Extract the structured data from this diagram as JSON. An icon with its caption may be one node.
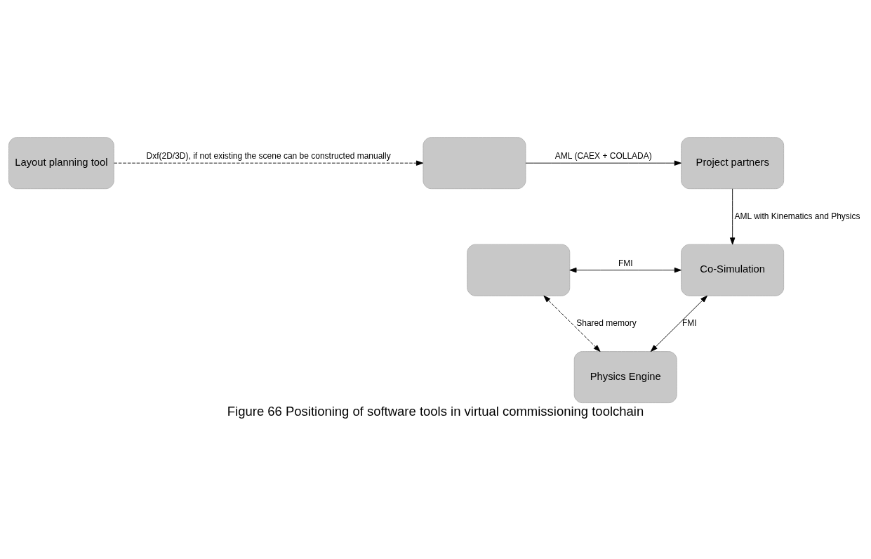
{
  "diagram": {
    "caption": "Figure 66 Positioning of software tools in virtual commissioning toolchain",
    "nodes": [
      {
        "text": [
          "Layout planning tool"
        ]
      },
      {
        "text": [],
        "shape": "box"
      },
      {
        "text": [
          "Project partners"
        ]
      },
      {
        "text": [],
        "shape": "box"
      },
      {
        "text": [
          "Co-Simulation"
        ]
      },
      {
        "text": [
          "Physics Engine"
        ]
      }
    ],
    "edges": [
      {
        "from": 0,
        "to": 1,
        "arrow": "to",
        "style": "dashed",
        "label": "Dxf(2D/3D), if not existing the scene can be constructed manually"
      },
      {
        "from": 1,
        "to": 2,
        "arrow": "to",
        "label": "AML (CAEX + COLLADA)"
      },
      {
        "from": 2,
        "to": 4,
        "arrow": "to",
        "label": "AML with Kinematics and Physics"
      },
      {
        "from": 3,
        "to": 4,
        "arrow": "both",
        "label": "FMI"
      },
      {
        "from": 5,
        "to": 4,
        "arrow": "both",
        "label": "FMI"
      },
      {
        "from": 3,
        "to": 5,
        "arrow": "both",
        "style": "dashed",
        "label": "Shared memory"
      }
    ]
  }
}
